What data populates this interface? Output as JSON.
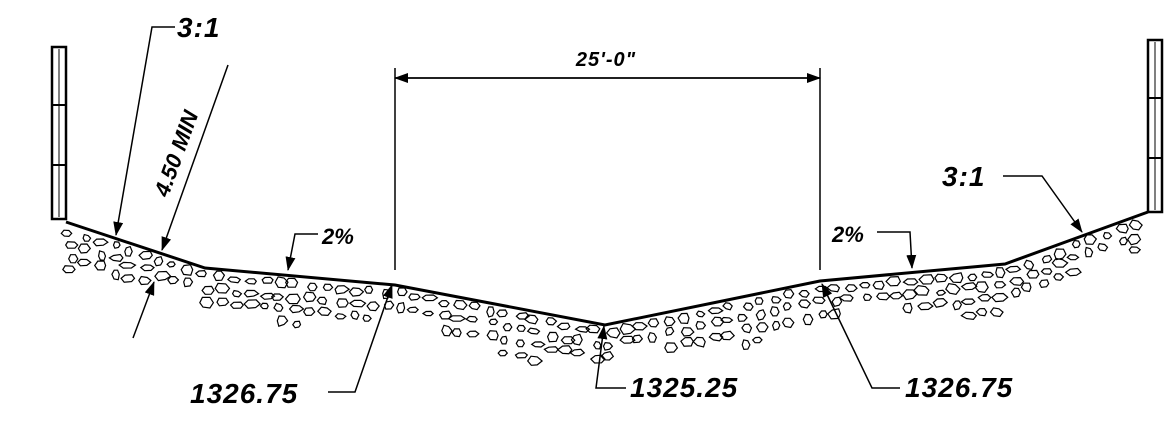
{
  "drawing": {
    "slope_ratio_left": "3:1",
    "slope_ratio_right": "3:1",
    "cover_depth": "4.50 MIN",
    "bottom_width": "25'-0\"",
    "cross_slope_left": "2%",
    "cross_slope_right": "2%",
    "elevation_left": "1326.75",
    "elevation_center": "1325.25",
    "elevation_right": "1326.75"
  }
}
